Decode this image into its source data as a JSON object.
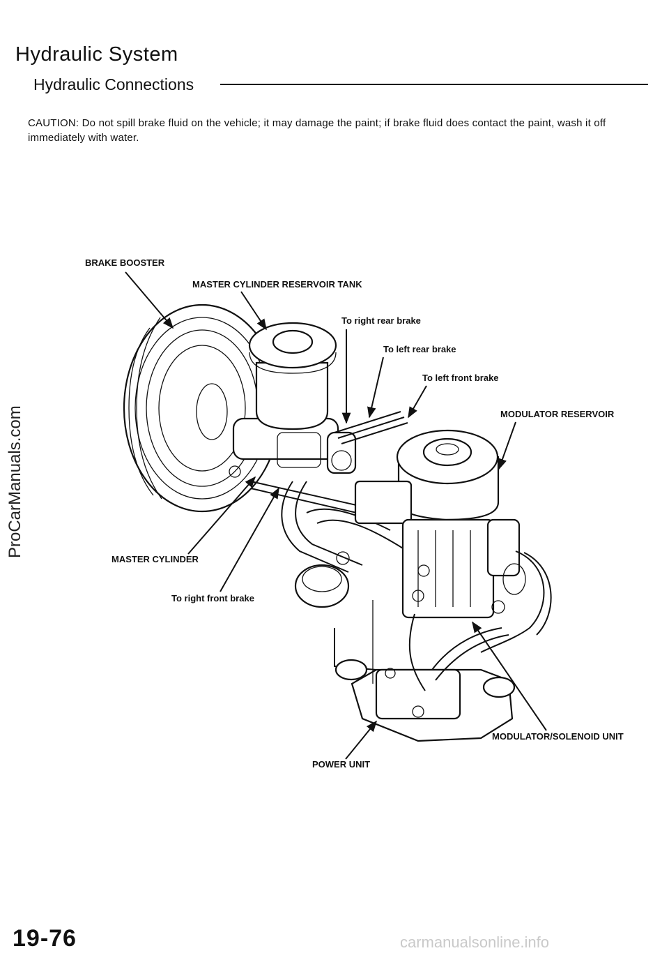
{
  "header": {
    "title": "Hydraulic System",
    "subtitle": "Hydraulic Connections"
  },
  "caution_text": "CAUTION: Do not spill brake fluid on the vehicle; it may damage the paint; if brake fluid does contact the paint, wash it off immediately with water.",
  "figure": {
    "labels": {
      "brake_booster": "BRAKE BOOSTER",
      "master_cylinder_reservoir_tank": "MASTER CYLINDER RESERVOIR TANK",
      "to_right_rear_brake": "To right rear brake",
      "to_left_rear_brake": "To left rear brake",
      "to_left_front_brake": "To left front brake",
      "modulator_reservoir": "MODULATOR RESERVOIR",
      "master_cylinder": "MASTER CYLINDER",
      "to_right_front_brake": "To right front brake",
      "modulator_solenoid_unit": "MODULATOR/SOLENOID UNIT",
      "power_unit": "POWER UNIT"
    }
  },
  "side_watermark": "ProCarManuals.com",
  "page_number": "19-76",
  "footer_watermark": "carmanualsonline.info"
}
